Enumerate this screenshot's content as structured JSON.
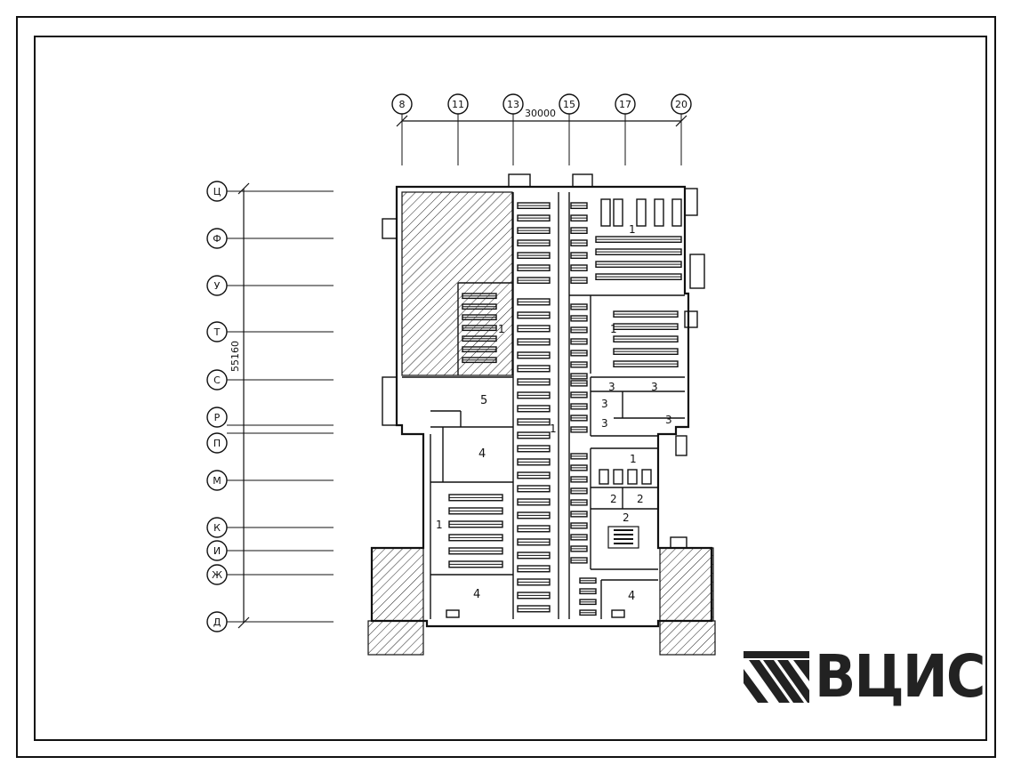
{
  "drawing": {
    "overall_width_dim": "30000",
    "overall_height_dim": "55160",
    "column_axes": [
      "8",
      "11",
      "13",
      "15",
      "17",
      "20"
    ],
    "row_axes": [
      "Ц",
      "Ф",
      "У",
      "Т",
      "С",
      "Р",
      "П",
      "М",
      "К",
      "И",
      "Ж",
      "Д"
    ],
    "room_labels": {
      "r1_main": "1",
      "r1_upper_right": "1",
      "r1_left": "1",
      "r1_lower_left": "1",
      "r1_lower_right": "1",
      "r1_corridor": "1",
      "r2_a": "2",
      "r2_b": "2",
      "r2_c": "2",
      "r3_a": "3",
      "r3_b": "3",
      "r3_c": "3",
      "r3_d": "3",
      "r3_e": "3",
      "r4_upper": "4",
      "r4_lower_left": "4",
      "r4_lower_right": "4",
      "r5": "5"
    }
  },
  "logo": {
    "text": "ВЦИС",
    "emblem": "vcis-emblem-icon"
  }
}
